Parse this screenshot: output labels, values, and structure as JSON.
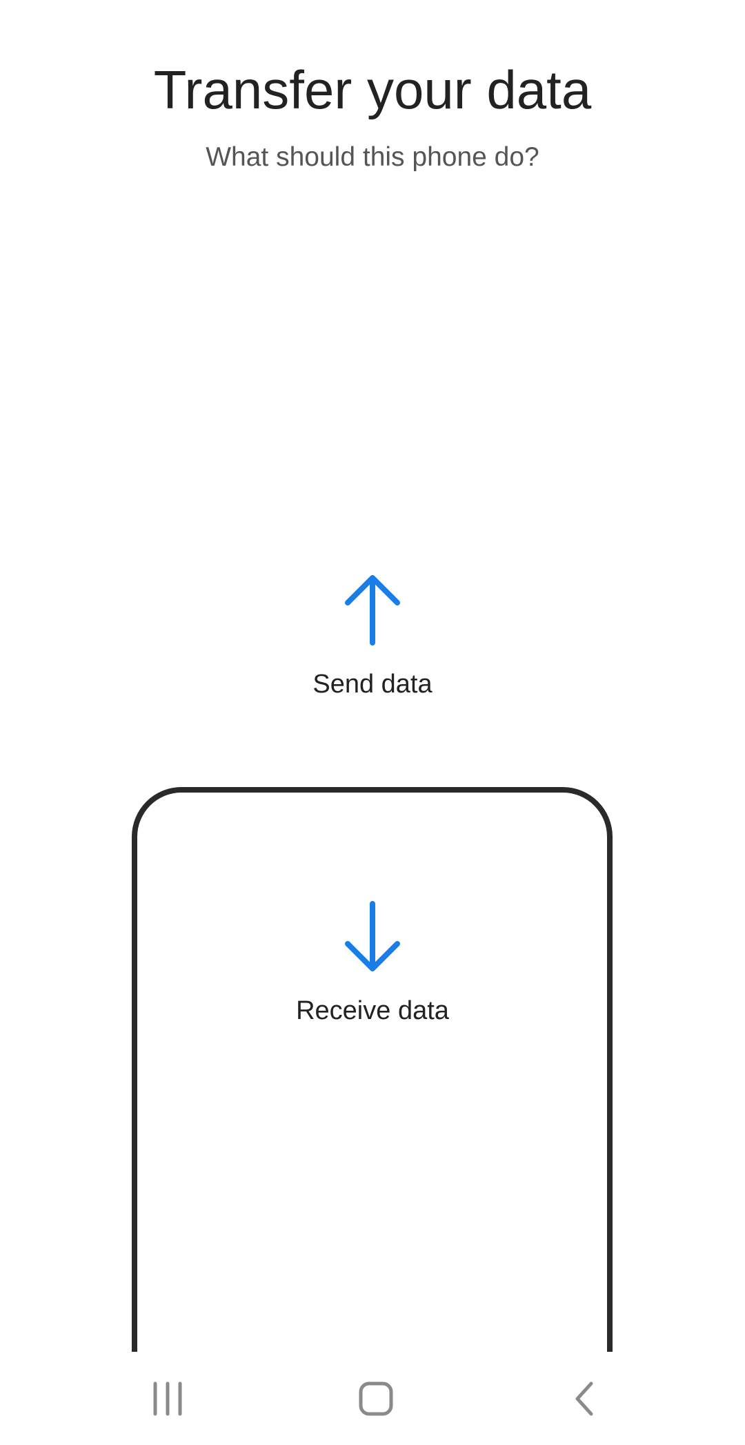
{
  "header": {
    "title": "Transfer your data",
    "subtitle": "What should this phone do?"
  },
  "options": {
    "send": {
      "label": "Send data",
      "icon": "arrow-up-icon"
    },
    "receive": {
      "label": "Receive data",
      "icon": "arrow-down-icon"
    }
  },
  "nav_bar": {
    "recents_icon": "recents-icon",
    "home_icon": "home-icon",
    "back_icon": "back-icon"
  },
  "colors": {
    "accent": "#1a7ee8",
    "text_primary": "#222222",
    "text_secondary": "#555555",
    "frame": "#2a2a2a",
    "nav_icon": "#8a8a8a"
  }
}
